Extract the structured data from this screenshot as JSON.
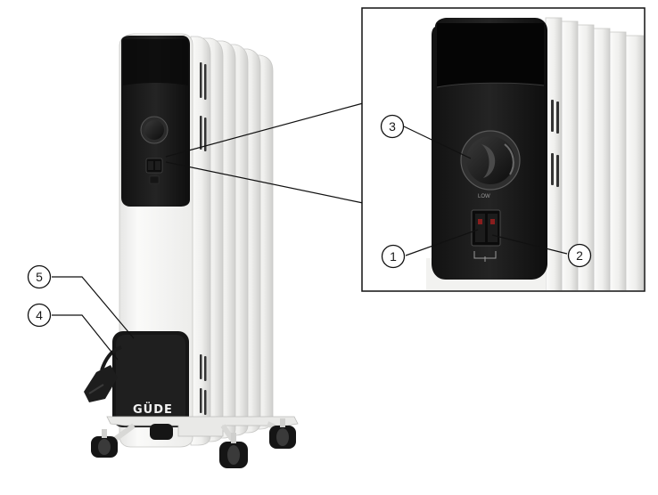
{
  "callouts": [
    {
      "id": "1",
      "label": "1"
    },
    {
      "id": "2",
      "label": "2"
    },
    {
      "id": "3",
      "label": "3"
    },
    {
      "id": "4",
      "label": "4"
    },
    {
      "id": "5",
      "label": "5"
    }
  ],
  "product": {
    "brand": "GÜDE",
    "dial_mark": "LOW"
  },
  "colors": {
    "panel_black": "#1b1b1b",
    "body_white": "#f4f4f2",
    "fin_shadow": "#d6d6d4",
    "line": "#111111"
  }
}
